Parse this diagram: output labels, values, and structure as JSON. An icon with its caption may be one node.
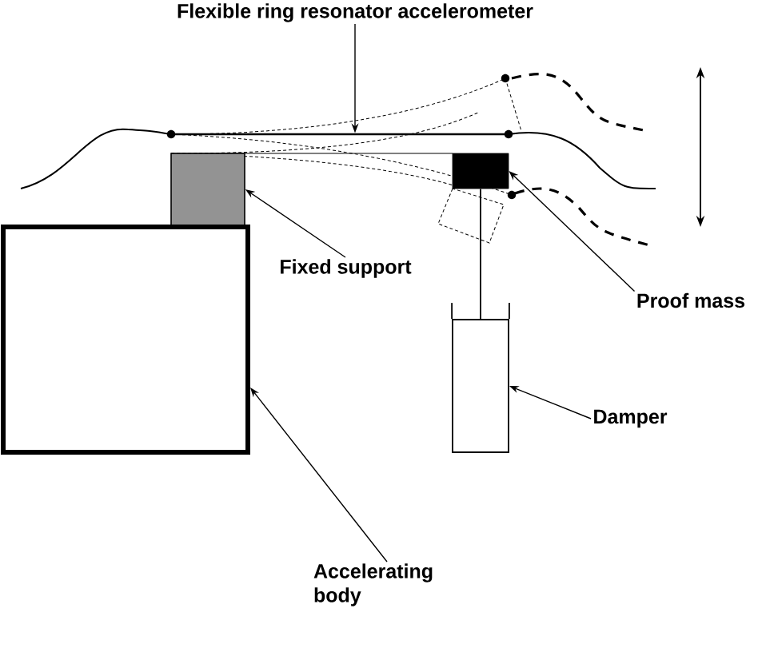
{
  "diagram": {
    "nodes": [
      {
        "text": [
          "Flexible ring resonator accelerometer"
        ]
      },
      {
        "text": [],
        "shape": "bar"
      },
      {
        "text": [
          "Fixed support"
        ]
      },
      {
        "text": [],
        "shape": "box"
      },
      {
        "text": [
          "Proof mass"
        ]
      },
      {
        "text": [],
        "shape": "box"
      },
      {
        "text": [
          "Damper"
        ]
      },
      {
        "text": [],
        "shape": "cylinder"
      },
      {
        "text": [
          "Accelerating body"
        ]
      },
      {
        "text": [],
        "shape": "box"
      }
    ],
    "edges": [
      {
        "from": 0,
        "to": 1,
        "arrow": "to"
      },
      {
        "from": 2,
        "to": 3,
        "arrow": "to"
      },
      {
        "from": 4,
        "to": 5,
        "arrow": "to"
      },
      {
        "from": 6,
        "to": 7,
        "arrow": "to"
      },
      {
        "from": 8,
        "to": 9,
        "arrow": "to"
      },
      {
        "from": 5,
        "to": 7,
        "arrow": "none"
      }
    ]
  }
}
